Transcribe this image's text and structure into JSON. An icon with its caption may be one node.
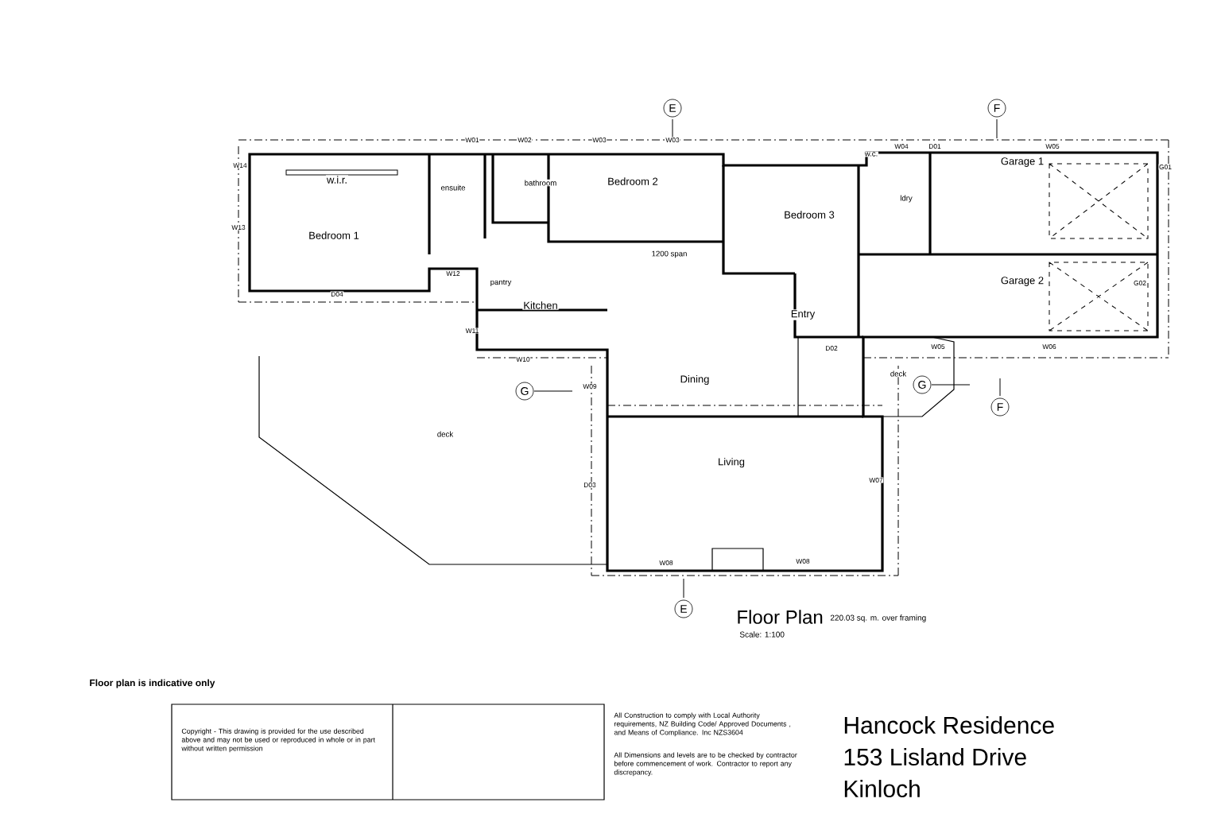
{
  "diagram": {
    "labels": [
      "E",
      "F",
      "W01",
      "W02",
      "W03",
      "W03",
      "W04",
      "D01",
      "W05",
      "W14",
      "w.i.r.",
      "ensuite",
      "bathroom",
      "Bedroom 2",
      "w.c.",
      "Garage 1",
      "G01",
      "ldry",
      "Bedroom 3",
      "W13",
      "Bedroom 1",
      "1200 span",
      "W12",
      "pantry",
      "Garage 2",
      "G02",
      "D04",
      "Kitchen",
      "Entry",
      "W11",
      "D02",
      "W05",
      "W06",
      "W10",
      "deck",
      "Dining",
      "G",
      "W09",
      "G",
      "F",
      "deck",
      "Living",
      "W07",
      "D03",
      "W08",
      "W08",
      "E",
      "Floor Plan",
      "220.03 sq. m. over framing",
      "Scale: 1:100",
      "Floor plan is indicative only",
      "Copyright - This drawing is provided for the use described above and may not be used or reproduced in whole or in part without written permission",
      "All Construction to comply with Local Authority requirements, NZ Building Code/ Approved Documents , and Means of Compliance. Inc NZS3604",
      "All Dimensions and levels are to be checked by contractor before commencement of work. Contractor to report any discrepancy.",
      "Hancock Residence",
      "153 Lisland Drive",
      "Kinloch"
    ]
  }
}
